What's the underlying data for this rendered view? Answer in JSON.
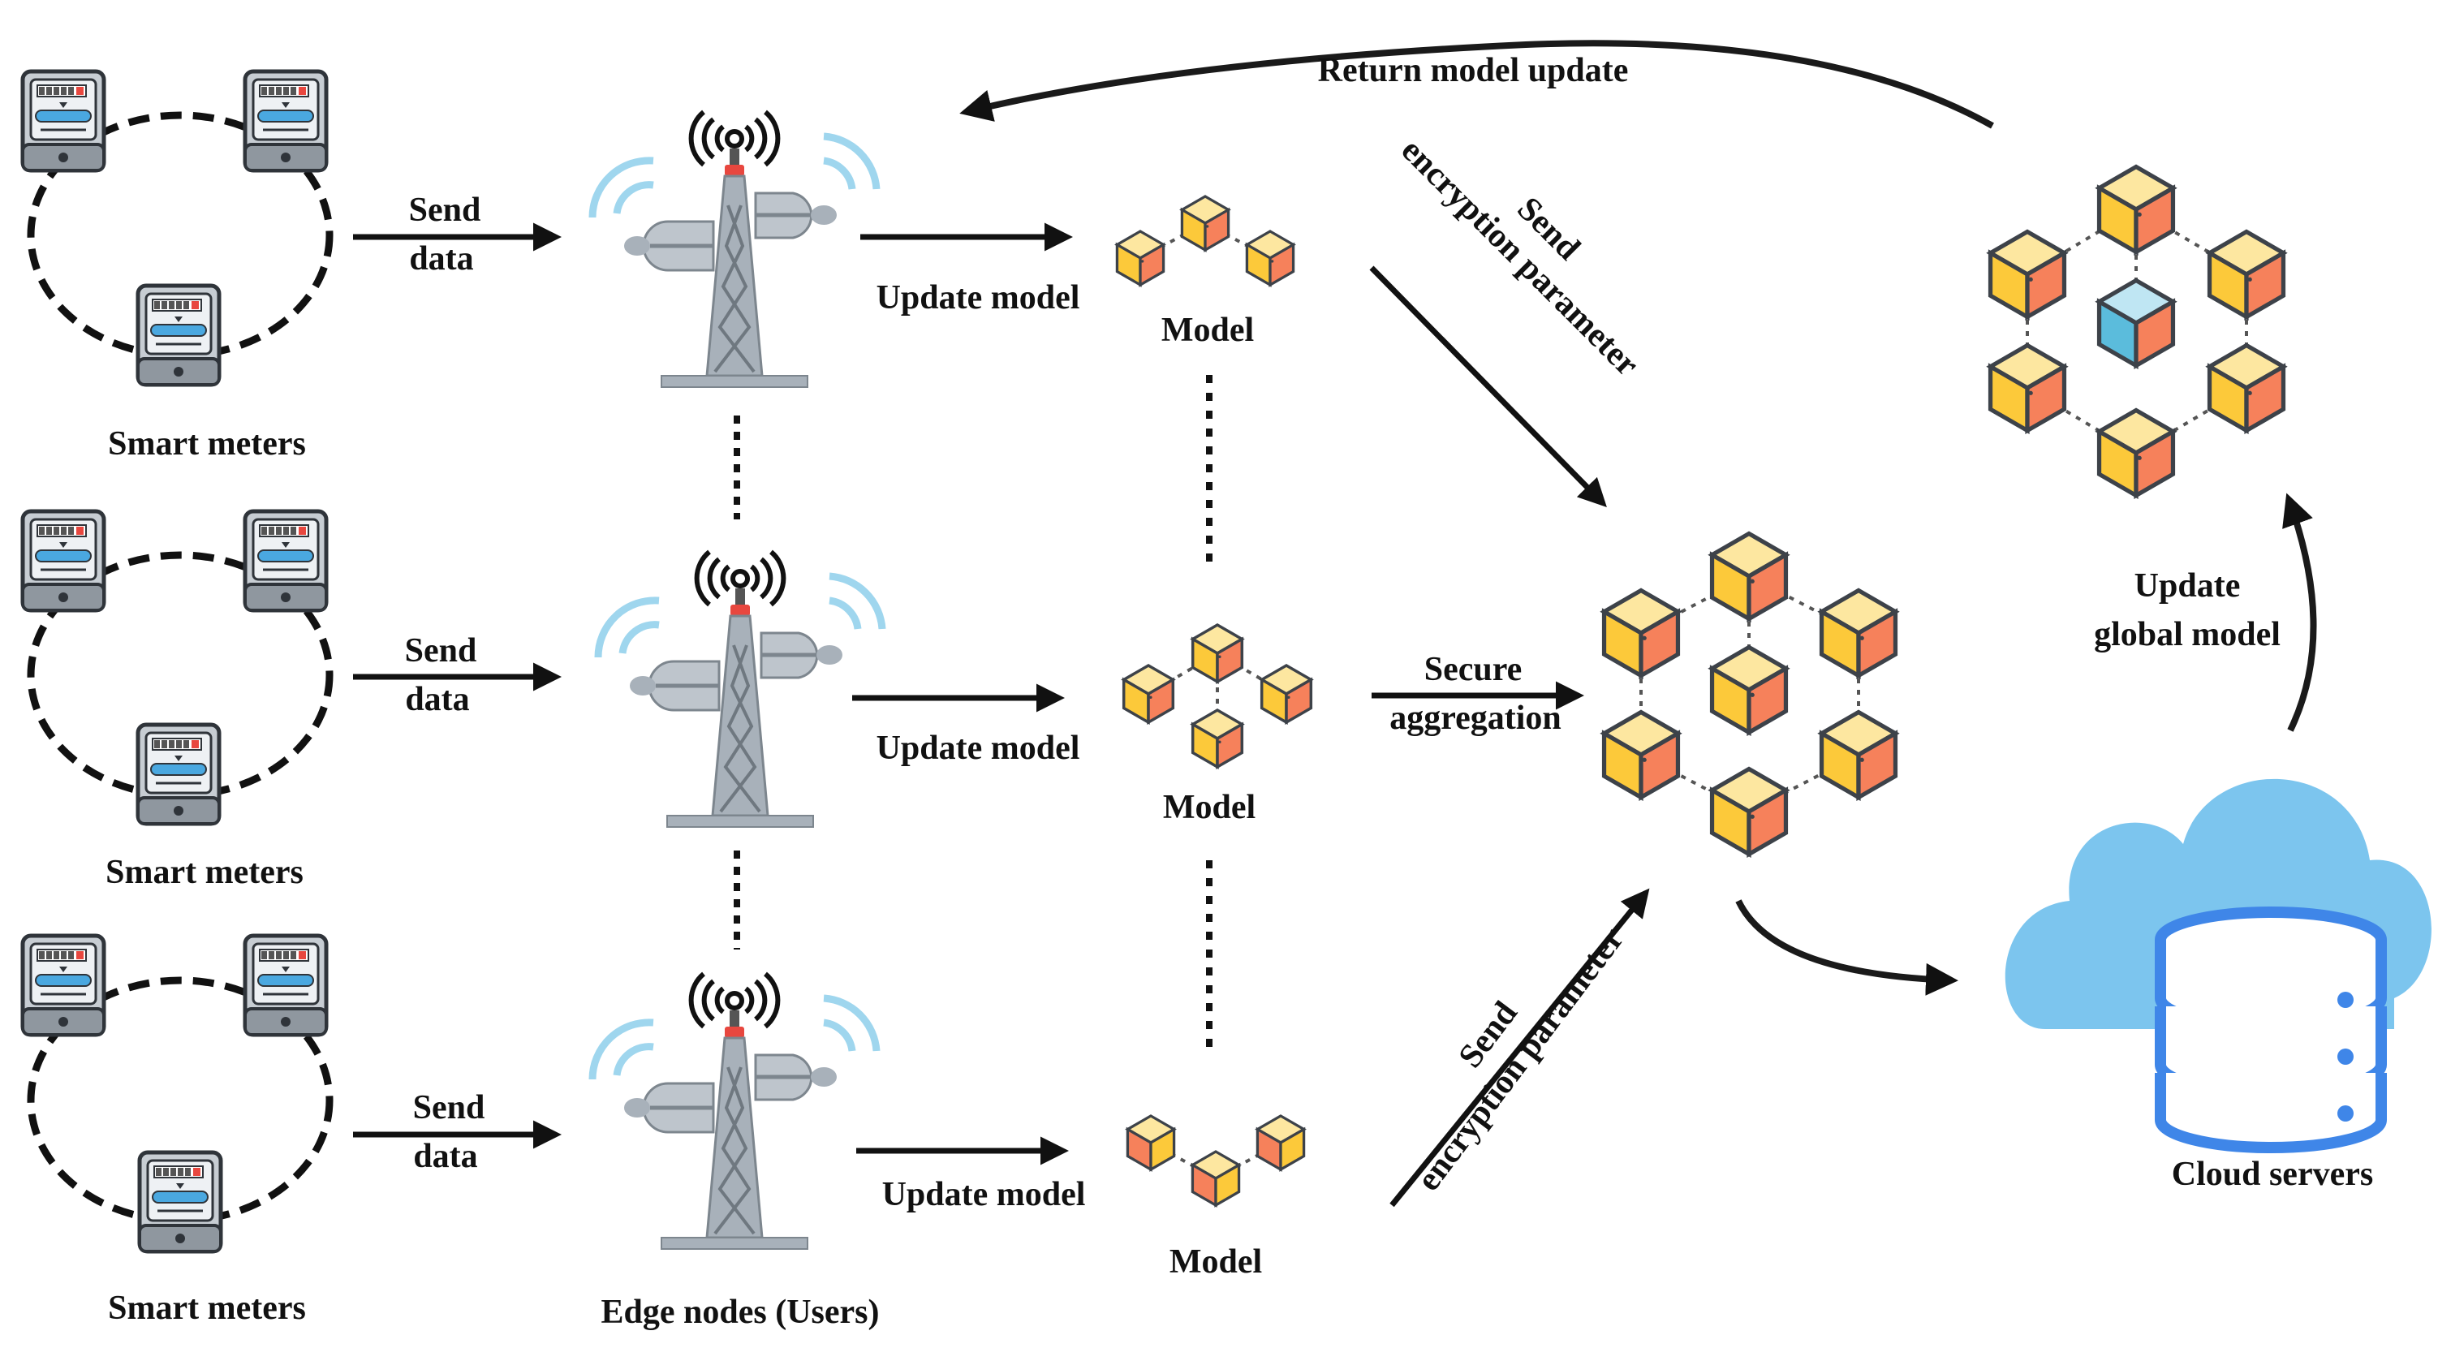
{
  "rows": [
    {
      "meters_label": "Smart meters",
      "send_line1": "Send",
      "send_line2": "data",
      "update_label": "Update model",
      "model_label": "Model"
    },
    {
      "meters_label": "Smart meters",
      "send_line1": "Send",
      "send_line2": "data",
      "update_label": "Update model",
      "model_label": "Model"
    },
    {
      "meters_label": "Smart meters",
      "send_line1": "Send",
      "send_line2": "data",
      "update_label": "Update model",
      "model_label": "Model"
    }
  ],
  "edge_nodes_label": "Edge nodes (Users)",
  "return_label": "Return model update",
  "send_enc_top": {
    "line1": "Send",
    "line2": "encryption parameter"
  },
  "send_enc_bottom": {
    "line1": "Send",
    "line2": "encryption parameter"
  },
  "secure_agg": {
    "line1": "Secure",
    "line2": "aggregation"
  },
  "update_global": {
    "line1": "Update",
    "line2": "global model"
  },
  "cloud_label": "Cloud servers",
  "colors": {
    "cube_yellow": "#fcc93a",
    "cube_orange": "#f6815b",
    "cube_blue": "#5bbcdc",
    "cube_outline": "#3d4249",
    "tower_gray": "#a8b1ba",
    "meter_gray": "#c7cdd3",
    "wifi_blue": "#9fd6ee",
    "cloud_blue": "#7cc5ee",
    "db_blue": "#3f86e8",
    "beacon_red": "#e8473f"
  }
}
